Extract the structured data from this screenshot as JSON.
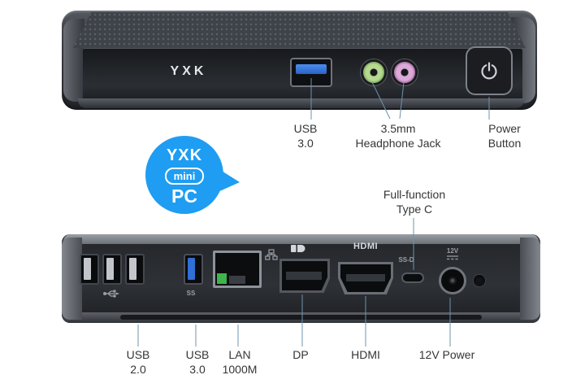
{
  "brand": {
    "front_logo": "YXK"
  },
  "badge": {
    "line1": "YXK",
    "line2": "mini",
    "line3": "PC"
  },
  "front_labels": {
    "usb": [
      "USB",
      "3.0"
    ],
    "audio": [
      "3.5mm",
      "Headphone Jack"
    ],
    "power": [
      "Power",
      "Button"
    ]
  },
  "typec_label": [
    "Full-function",
    "Type C"
  ],
  "back_labels": {
    "usb2": [
      "USB",
      "2.0"
    ],
    "usb3": [
      "USB",
      "3.0"
    ],
    "lan": [
      "LAN",
      "1000M"
    ],
    "dp": [
      "DP"
    ],
    "hdmi": [
      "HDMI"
    ],
    "power": [
      "12V Power"
    ]
  },
  "port_marks": {
    "hdmi": "HDMI",
    "usb3_ss": "SS",
    "typec": "SS-D",
    "dc": "12V"
  },
  "colors": {
    "accent_blue": "#1e9df2",
    "usb_blue": "#2f6fd6",
    "jack_green": "#b6d88f",
    "jack_pink": "#d9a8d6",
    "device_dark": "#2b2e33",
    "callout_line": "#6f93ad"
  }
}
